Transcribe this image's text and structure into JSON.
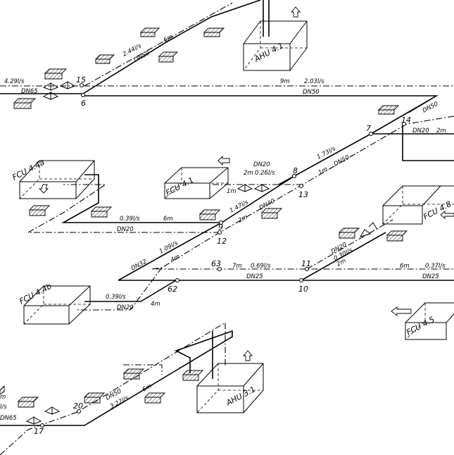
{
  "units": [
    {
      "id": "ahu41",
      "label": "AHU 4.1"
    },
    {
      "id": "ahu31",
      "label": "AHU 3.1"
    },
    {
      "id": "fcu44a",
      "label": "FCU 4.4a"
    },
    {
      "id": "fcu41",
      "label": "FCU 4.1"
    },
    {
      "id": "fcu44b",
      "label": "FCU 4.4b"
    },
    {
      "id": "fcu48",
      "label": "FCU 4.8"
    },
    {
      "id": "fcu45",
      "label": "FCU 4.5"
    }
  ],
  "nodes": [
    "15",
    "6",
    "7",
    "14",
    "8",
    "13",
    "9",
    "12",
    "63",
    "11",
    "10",
    "62",
    "20",
    "17"
  ],
  "pipe_labels": [
    "4.29l/s",
    "DN65",
    "2.44l/s",
    "DN50",
    "6m",
    "9m",
    "2.03l/s",
    "DN50",
    "DN50",
    "DN20",
    "2m",
    "1.73l/s",
    "1m",
    "DN50",
    "DN20",
    "2m",
    "0.26l/s",
    "1m",
    "1.47l/s",
    "2m",
    "DN40",
    "0.39l/s",
    "6m",
    "DN20",
    "DN32",
    "1.09l/s",
    "4m",
    "7m",
    "0.69l/s",
    "DN25",
    "DN20",
    "0.30l/s",
    "2m",
    "6m",
    "0.37l/s",
    "DN25",
    "0.39l/s",
    "DN20",
    "4m",
    "DN50",
    "3.22l/s",
    "6m",
    "l/s",
    "DN65",
    "m"
  ]
}
